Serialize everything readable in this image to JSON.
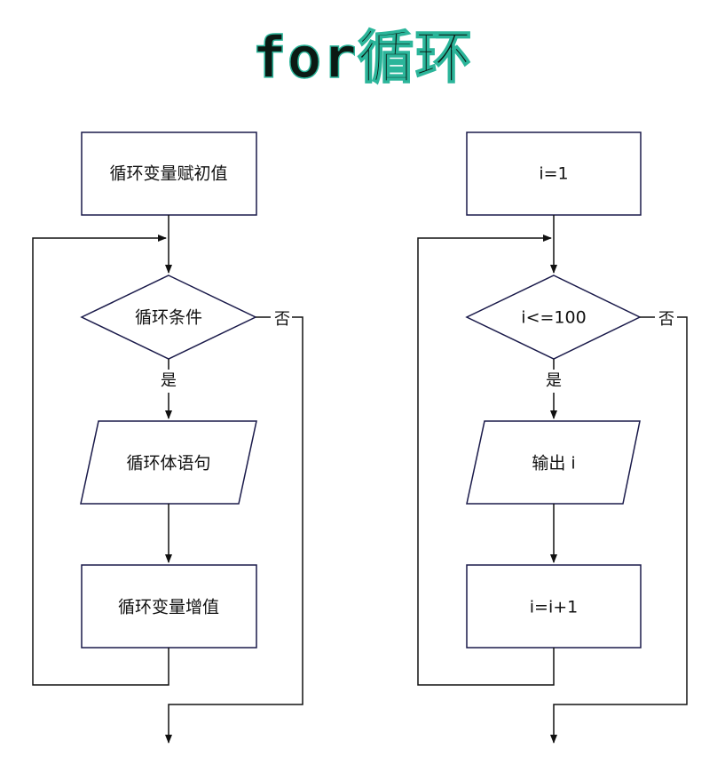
{
  "title": "for循环",
  "left": {
    "init": "循环变量赋初值",
    "condition": "循环条件",
    "body": "循环体语句",
    "increment": "循环变量增值",
    "yes": "是",
    "no": "否"
  },
  "right": {
    "init": "i=1",
    "condition": "i<=100",
    "body": "输出 i",
    "increment": "i=i+1",
    "yes": "是",
    "no": "否"
  }
}
